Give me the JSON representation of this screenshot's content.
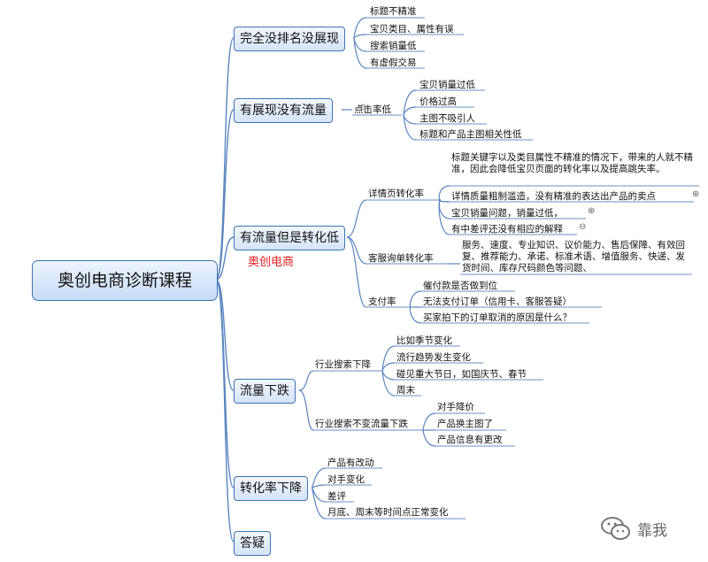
{
  "root": "奥创电商诊断课程",
  "brand": "奥创电商",
  "watermark": "靠我",
  "branches": [
    {
      "label": "完全没排名没展现",
      "leaves": [
        "标题不精准",
        "宝贝类目、属性有误",
        "搜索销量低",
        "有虚假交易"
      ]
    },
    {
      "label": "有展现没有流量",
      "sub": "点击率低",
      "leaves": [
        "宝贝销量过低",
        "价格过高",
        "主图不吸引人",
        "标题和产品主图相关性低"
      ]
    },
    {
      "label": "有流量但是转化低",
      "subs": [
        {
          "label": "详情页转化率",
          "leaves": [
            "标题关键字以及类目属性不精准的情况下，带来的人就不精准，因此会降低宝贝页面的转化率以及提高跳失率。",
            "详情质量粗制滥造，没有精准的表达出产品的卖点",
            "宝贝销量问题，销量过低，",
            "有中差评还没有相应的解释"
          ]
        },
        {
          "label": "客服询单转化率",
          "leaves": [
            "服务、速度、专业知识、议价能力、售后保障、有效回复、推荐能力、承诺、标准术语、增值服务、快递、发货时间、库存尺码颜色等问题、"
          ]
        },
        {
          "label": "支付率",
          "leaves": [
            "催付款是否做到位",
            "无法支付订单（信用卡、客服答疑）",
            "买家拍下的订单取消的原因是什么？"
          ]
        }
      ]
    },
    {
      "label": "流量下跌",
      "subs": [
        {
          "label": "行业搜索下降",
          "leaves": [
            "比如季节变化",
            "流行趋势发生变化",
            "碰见重大节日，如国庆节、春节",
            "周末"
          ]
        },
        {
          "label": "行业搜索不变流量下跌",
          "leaves": [
            "对手降价",
            "产品换主图了",
            "产品信息有更改"
          ]
        }
      ]
    },
    {
      "label": "转化率下降",
      "leaves": [
        "产品有改动",
        "对手变化",
        "差评",
        "月底、周末等时间点正常变化"
      ]
    },
    {
      "label": "答疑"
    }
  ]
}
